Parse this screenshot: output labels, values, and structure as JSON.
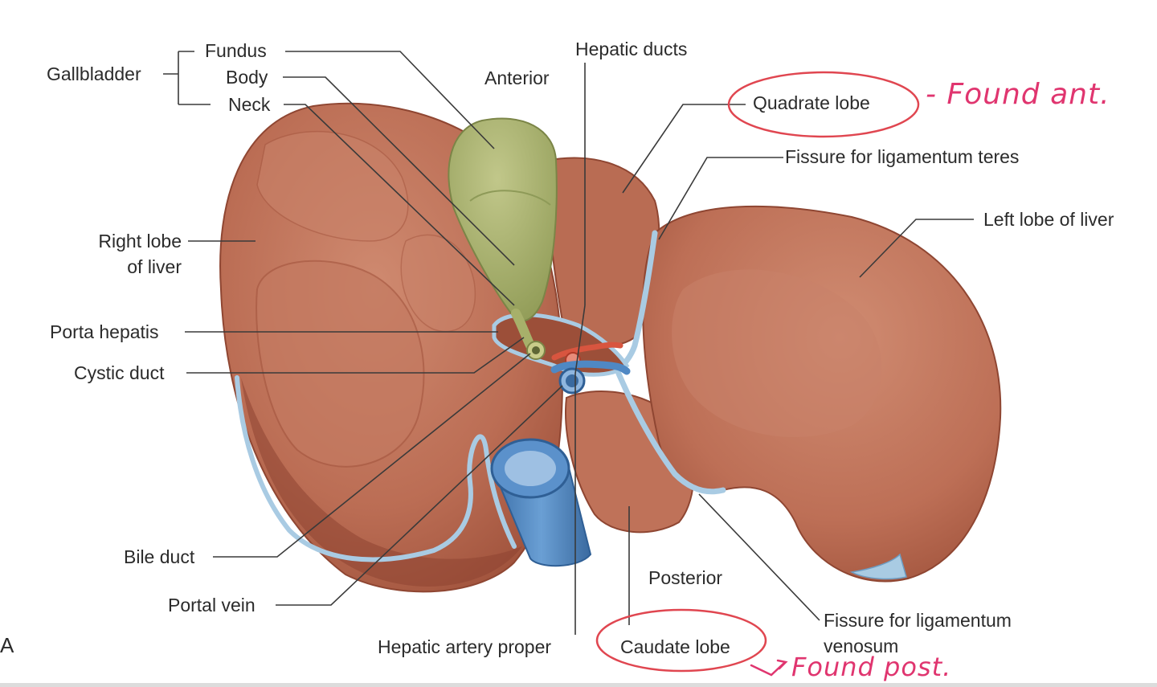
{
  "labels": {
    "gallbladder": "Gallbladder",
    "fundus": "Fundus",
    "body": "Body",
    "neck": "Neck",
    "anterior": "Anterior",
    "hepatic_ducts": "Hepatic ducts",
    "quadrate_lobe": "Quadrate lobe",
    "fissure_lig_teres": "Fissure for ligamentum teres",
    "left_lobe": "Left lobe of liver",
    "right_lobe_line1": "Right lobe",
    "right_lobe_line2": "of liver",
    "porta_hepatis": "Porta hepatis",
    "cystic_duct": "Cystic duct",
    "bile_duct": "Bile duct",
    "portal_vein": "Portal vein",
    "hepatic_artery_proper": "Hepatic artery proper",
    "caudate_lobe": "Caudate lobe",
    "posterior": "Posterior",
    "fissure_lig_venosum_line1": "Fissure for ligamentum",
    "fissure_lig_venosum_line2": "venosum",
    "panel_letter": "A"
  },
  "annotations": {
    "quadrate_note": "- Found ant.",
    "caudate_note": "Found post."
  },
  "colors": {
    "liver": "#b86a52",
    "liver_dark": "#9c5039",
    "gallbladder": "#a7b06a",
    "vein": "#4f88c4",
    "ligament": "#a9cbe3",
    "artery": "#d8553f",
    "annotation": "#e0356f"
  }
}
